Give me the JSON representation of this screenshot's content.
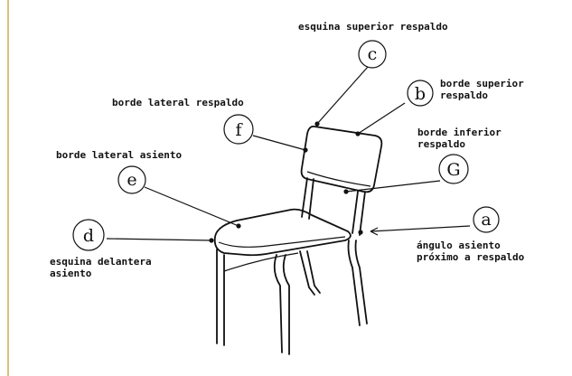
{
  "labels": {
    "c": {
      "letter": "c",
      "lines": [
        "esquina superior respaldo"
      ]
    },
    "b": {
      "letter": "b",
      "lines": [
        "borde superior",
        "respaldo"
      ]
    },
    "f": {
      "letter": "f",
      "lines": [
        "borde lateral respaldo"
      ]
    },
    "g": {
      "letter": "G",
      "lines": [
        "borde inferior",
        "respaldo"
      ]
    },
    "e": {
      "letter": "e",
      "lines": [
        "borde lateral asiento"
      ]
    },
    "d": {
      "letter": "d",
      "lines": [
        "esquina delantera",
        "asiento"
      ]
    },
    "a": {
      "letter": "a",
      "lines": [
        "ángulo asiento",
        "próximo a respaldo"
      ]
    }
  }
}
